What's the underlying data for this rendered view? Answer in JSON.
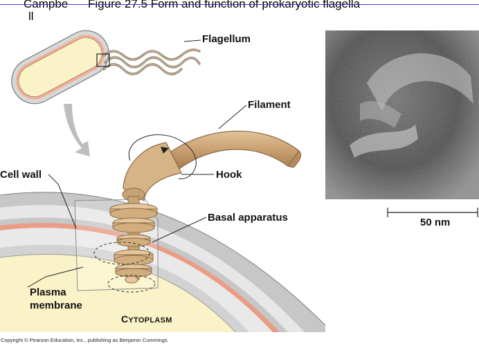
{
  "header": {
    "course_label_line1": "Campbe",
    "course_label_line2": "ll",
    "figure_title": "Figure 27.5 Form and function of prokaryotic flagella"
  },
  "labels": {
    "flagellum": "Flagellum",
    "filament": "Filament",
    "cell_wall": "Cell wall",
    "hook": "Hook",
    "basal_apparatus": "Basal apparatus",
    "plasma_membrane_line1": "Plasma",
    "plasma_membrane_line2": "membrane",
    "cytoplasm_first": "C",
    "cytoplasm_rest": "YTOPLASM"
  },
  "scale_bar": {
    "label": "50 nm"
  },
  "copyright": "Copyright © Pearson Education, Inc., publishing as Benjamin Cummings.",
  "colors": {
    "outer_wall": "#c9c9c9",
    "wall_band": "#e8e8e8",
    "pink_layer": "#eeae9a",
    "cytoplasm": "#fbf3c8",
    "motor": "#d9b98a",
    "filament": "#c79d6e",
    "arrow": "#bdbdbd"
  }
}
